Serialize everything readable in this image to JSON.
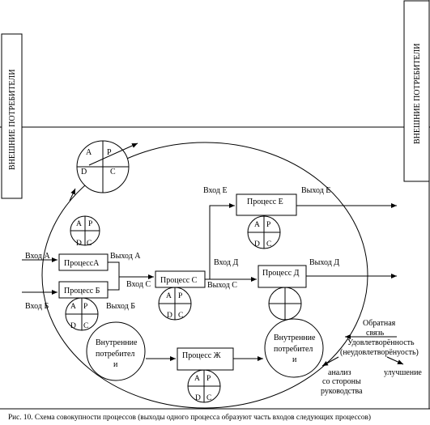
{
  "external_consumers": "ВНЕШНИЕ ПОТРЕБИТЕЛИ",
  "pdca": {
    "a": "A",
    "p": "P",
    "d": "D",
    "c": "C"
  },
  "processes": {
    "a": "ПроцессА",
    "b": "Процесс Б",
    "c": "Процесс С",
    "d": "Процесс Д",
    "e": "Процесс Е",
    "zh": "Процесс Ж"
  },
  "flows": {
    "in_a": "Вход  А",
    "in_b": "Вход   Б",
    "out_a": "Выход А",
    "out_b": "Выход Б",
    "in_c": "Вход С",
    "out_c1": "Выход С",
    "out_c2": "Выход С",
    "in_d": "Вход Д",
    "out_d": "Выход Д",
    "in_e": "Вход Е",
    "out_e": "Выход Е"
  },
  "internal_consumers": [
    "Внутренние",
    "потребител",
    "и"
  ],
  "feedback": [
    "Обратная",
    "связь"
  ],
  "satisfaction": [
    "Удовлетворённость",
    "(неудовлетворёнуость)"
  ],
  "analysis": [
    "анализ",
    "со стороны",
    "руководства"
  ],
  "improvement": "улучшение",
  "caption": "Рис. 10. Схема совокупности процессов (выходы одного процесса образуют часть входов следующих процессов)"
}
